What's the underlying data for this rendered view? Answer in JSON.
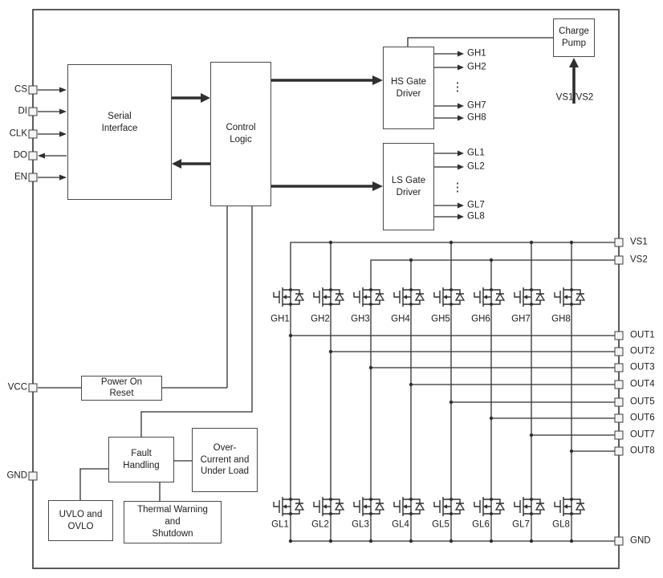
{
  "colors": {
    "wire": "#2f2f2f",
    "box_border": "#4a4a4a",
    "text": "#1c1c1c",
    "pin_fill": "#f4f4f4",
    "background": "#ffffff"
  },
  "pins": {
    "left": [
      "CS",
      "DI",
      "CLK",
      "DO",
      "EN",
      "VCC",
      "GND"
    ],
    "right": [
      "VS1",
      "VS2",
      "OUT1",
      "OUT2",
      "OUT3",
      "OUT4",
      "OUT5",
      "OUT6",
      "OUT7",
      "OUT8",
      "GND"
    ]
  },
  "blocks": {
    "serial_interface": [
      "Serial",
      "Interface"
    ],
    "control_logic": [
      "Control",
      "Logic"
    ],
    "hs_gate_driver": [
      "HS Gate",
      "Driver"
    ],
    "ls_gate_driver": [
      "LS Gate",
      "Driver"
    ],
    "charge_pump": [
      "Charge",
      "Pump"
    ],
    "power_on_reset": [
      "Power On",
      "Reset"
    ],
    "fault_handling": [
      "Fault",
      "Handling"
    ],
    "over_current_under_load": [
      "Over-",
      "Current and",
      "Under Load"
    ],
    "uvlo_ovlo": [
      "UVLO and",
      "OVLO"
    ],
    "thermal_warning_shutdown": [
      "Thermal Warning",
      "and",
      "Shutdown"
    ]
  },
  "driver_outputs": {
    "hs": [
      "GH1",
      "GH2",
      "GH7",
      "GH8"
    ],
    "ls": [
      "GL1",
      "GL2",
      "GL7",
      "GL8"
    ],
    "vertical_ellipsis": "⋮"
  },
  "fet_labels": {
    "high_side": [
      "GH1",
      "GH2",
      "GH3",
      "GH4",
      "GH5",
      "GH6",
      "GH7",
      "GH8"
    ],
    "low_side": [
      "GL1",
      "GL2",
      "GL3",
      "GL4",
      "GL5",
      "GL6",
      "GL7",
      "GL8"
    ]
  },
  "misc": {
    "charge_pump_input": "VS1/VS2"
  }
}
